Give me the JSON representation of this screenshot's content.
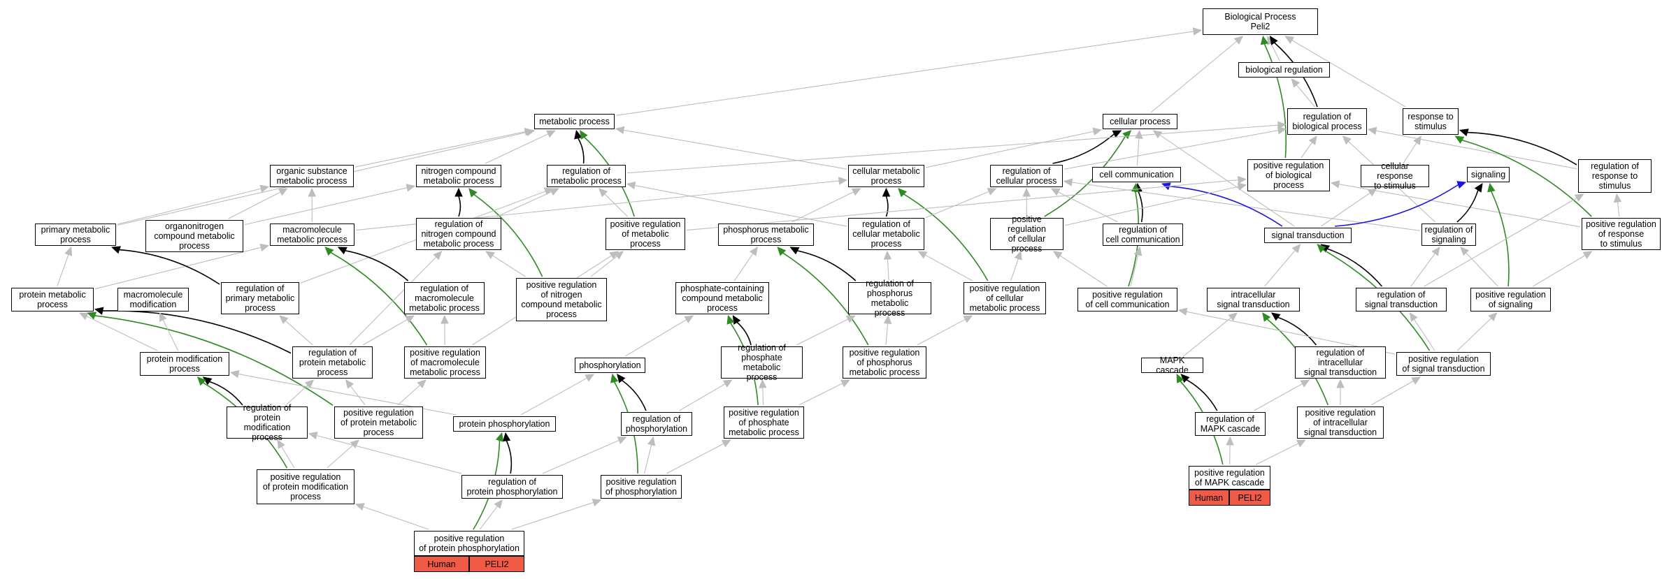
{
  "diagram": {
    "root": "Biological Process\nPeli2",
    "colors": {
      "gray": "#bdbdbd",
      "black": "#000000",
      "green": "#2e8b22",
      "blue": "#1c14e0",
      "tag_fill": "#f15a45"
    },
    "nodes": [
      {
        "id": "bp",
        "label": "Biological Process\nPeli2"
      },
      {
        "id": "biolreg",
        "label": "biological regulation"
      },
      {
        "id": "metab",
        "label": "metabolic process"
      },
      {
        "id": "cellproc",
        "label": "cellular process"
      },
      {
        "id": "regbio",
        "label": "regulation of\nbiological process"
      },
      {
        "id": "respstim",
        "label": "response to\nstimulus"
      },
      {
        "id": "orgsub",
        "label": "organic substance\nmetabolic process"
      },
      {
        "id": "nitro",
        "label": "nitrogen compound\nmetabolic process"
      },
      {
        "id": "regmetab",
        "label": "regulation of\nmetabolic process"
      },
      {
        "id": "cellmetab",
        "label": "cellular metabolic\nprocess"
      },
      {
        "id": "regcell",
        "label": "regulation of\ncellular process"
      },
      {
        "id": "cellcomm",
        "label": "cell communication"
      },
      {
        "id": "posregbio",
        "label": "positive regulation\nof biological\nprocess"
      },
      {
        "id": "cellresp",
        "label": "cellular response\nto stimulus"
      },
      {
        "id": "signaling",
        "label": "signaling"
      },
      {
        "id": "regresp",
        "label": "regulation of\nresponse to\nstimulus"
      },
      {
        "id": "primmet",
        "label": "primary metabolic\nprocess"
      },
      {
        "id": "orgnitro",
        "label": "organonitrogen\ncompound metabolic\nprocess"
      },
      {
        "id": "macromet",
        "label": "macromolecule\nmetabolic process"
      },
      {
        "id": "regnitro",
        "label": "regulation of\nnitrogen compound\nmetabolic process"
      },
      {
        "id": "posregmetab",
        "label": "positive regulation\nof metabolic\nprocess"
      },
      {
        "id": "phosmet",
        "label": "phosphorus metabolic\nprocess"
      },
      {
        "id": "regcellmet",
        "label": "regulation of\ncellular metabolic\nprocess"
      },
      {
        "id": "posregcell",
        "label": "positive regulation\nof cellular\nprocess"
      },
      {
        "id": "regcellcomm",
        "label": "regulation of\ncell communication"
      },
      {
        "id": "sigtrans",
        "label": "signal transduction"
      },
      {
        "id": "regsig",
        "label": "regulation of\nsignaling"
      },
      {
        "id": "posregresp",
        "label": "positive regulation\nof response\nto stimulus"
      },
      {
        "id": "protmet",
        "label": "protein metabolic\nprocess"
      },
      {
        "id": "macromod",
        "label": "macromolecule\nmodification"
      },
      {
        "id": "regprimmet",
        "label": "regulation of\nprimary metabolic\nprocess"
      },
      {
        "id": "regmacro",
        "label": "regulation of\nmacromolecule\nmetabolic process"
      },
      {
        "id": "posregnitro",
        "label": "positive regulation\nof nitrogen\ncompound metabolic\nprocess"
      },
      {
        "id": "phoscomp",
        "label": "phosphate-containing\ncompound metabolic\nprocess"
      },
      {
        "id": "regphosmet",
        "label": "regulation of\nphosphorus metabolic\nprocess"
      },
      {
        "id": "posregcellmet",
        "label": "positive regulation\nof cellular\nmetabolic process"
      },
      {
        "id": "posregcellcomm",
        "label": "positive regulation\nof cell communication"
      },
      {
        "id": "intrasig",
        "label": "intracellular\nsignal transduction"
      },
      {
        "id": "regsigtrans",
        "label": "regulation of\nsignal transduction"
      },
      {
        "id": "posregsig",
        "label": "positive regulation\nof signaling"
      },
      {
        "id": "protmod",
        "label": "protein modification\nprocess"
      },
      {
        "id": "regprotmet",
        "label": "regulation of\nprotein metabolic\nprocess"
      },
      {
        "id": "posregmacro",
        "label": "positive regulation\nof macromolecule\nmetabolic process"
      },
      {
        "id": "phosphorylation",
        "label": "phosphorylation"
      },
      {
        "id": "regphosphate",
        "label": "regulation of\nphosphate metabolic\nprocess"
      },
      {
        "id": "posregphosmet",
        "label": "positive regulation\nof phosphorus\nmetabolic process"
      },
      {
        "id": "mapk",
        "label": "MAPK cascade"
      },
      {
        "id": "regintra",
        "label": "regulation of\nintracellular\nsignal transduction"
      },
      {
        "id": "posregsigtrans",
        "label": "positive regulation\nof signal transduction"
      },
      {
        "id": "regprotmod",
        "label": "regulation of\nprotein modification\nprocess"
      },
      {
        "id": "posregprotmet",
        "label": "positive regulation\nof protein metabolic\nprocess"
      },
      {
        "id": "protphos",
        "label": "protein phosphorylation"
      },
      {
        "id": "regphosph",
        "label": "regulation of\nphosphorylation"
      },
      {
        "id": "posregphosphate",
        "label": "positive regulation\nof phosphate\nmetabolic process"
      },
      {
        "id": "regmapk",
        "label": "regulation of\nMAPK cascade"
      },
      {
        "id": "posregintra",
        "label": "positive regulation\nof intracellular\nsignal transduction"
      },
      {
        "id": "posregprotmod",
        "label": "positive regulation\nof protein modification\nprocess"
      },
      {
        "id": "regprotphos",
        "label": "regulation of\nprotein phosphorylation"
      },
      {
        "id": "posregphosph",
        "label": "positive regulation\nof phosphorylation"
      },
      {
        "id": "posregmapk",
        "label": "positive regulation\nof MAPK cascade"
      },
      {
        "id": "posregprotphos",
        "label": "positive regulation\nof protein phosphorylation"
      }
    ],
    "tags": [
      {
        "id": "t1_human",
        "label": "Human"
      },
      {
        "id": "t1_peli",
        "label": "PELI2"
      },
      {
        "id": "t2_human",
        "label": "Human"
      },
      {
        "id": "t2_peli",
        "label": "PELI2"
      }
    ],
    "edges": [
      [
        "biolreg",
        "bp",
        "gray"
      ],
      [
        "metab",
        "bp",
        "gray"
      ],
      [
        "cellproc",
        "bp",
        "gray"
      ],
      [
        "regbio",
        "bp",
        "black"
      ],
      [
        "respstim",
        "bp",
        "gray"
      ],
      [
        "posregbio",
        "bp",
        "green"
      ],
      [
        "regbio",
        "biolreg",
        "gray"
      ],
      [
        "orgsub",
        "metab",
        "gray"
      ],
      [
        "nitro",
        "metab",
        "gray"
      ],
      [
        "regmetab",
        "metab",
        "black"
      ],
      [
        "cellmetab",
        "metab",
        "gray"
      ],
      [
        "primmet",
        "metab",
        "gray"
      ],
      [
        "posregmetab",
        "metab",
        "green"
      ],
      [
        "cellmetab",
        "cellproc",
        "gray"
      ],
      [
        "regcell",
        "cellproc",
        "black"
      ],
      [
        "cellcomm",
        "cellproc",
        "gray"
      ],
      [
        "sigtrans",
        "cellproc",
        "gray"
      ],
      [
        "posregcell",
        "cellproc",
        "green"
      ],
      [
        "regmetab",
        "regbio",
        "gray"
      ],
      [
        "regcell",
        "regbio",
        "gray"
      ],
      [
        "posregbio",
        "regbio",
        "gray"
      ],
      [
        "regresp",
        "regbio",
        "gray"
      ],
      [
        "regsig",
        "regbio",
        "gray"
      ],
      [
        "cellresp",
        "respstim",
        "gray"
      ],
      [
        "regresp",
        "respstim",
        "black"
      ],
      [
        "posregresp",
        "respstim",
        "green"
      ],
      [
        "orgnitro",
        "orgsub",
        "gray"
      ],
      [
        "macromet",
        "orgsub",
        "gray"
      ],
      [
        "primmet",
        "orgsub",
        "gray"
      ],
      [
        "regnitro",
        "nitro",
        "black"
      ],
      [
        "orgnitro",
        "nitro",
        "gray"
      ],
      [
        "posregnitro",
        "nitro",
        "green"
      ],
      [
        "regcellmet",
        "regmetab",
        "gray"
      ],
      [
        "posregmetab",
        "regmetab",
        "gray"
      ],
      [
        "regnitro",
        "regmetab",
        "gray"
      ],
      [
        "regprimmet",
        "regmetab",
        "gray"
      ],
      [
        "regcellmet",
        "cellmetab",
        "black"
      ],
      [
        "phosmet",
        "cellmetab",
        "gray"
      ],
      [
        "posregcellmet",
        "cellmetab",
        "green"
      ],
      [
        "macromet",
        "cellmetab",
        "gray"
      ],
      [
        "regcellmet",
        "regcell",
        "gray"
      ],
      [
        "posregcell",
        "regcell",
        "gray"
      ],
      [
        "regcellcomm",
        "regcell",
        "gray"
      ],
      [
        "regsig",
        "regcell",
        "gray"
      ],
      [
        "regcellcomm",
        "cellcomm",
        "black"
      ],
      [
        "sigtrans",
        "cellcomm",
        "blue"
      ],
      [
        "posregcellcomm",
        "cellcomm",
        "green"
      ],
      [
        "posregcell",
        "posregbio",
        "gray"
      ],
      [
        "posregresp",
        "posregbio",
        "gray"
      ],
      [
        "posregmetab",
        "posregbio",
        "gray"
      ],
      [
        "sigtrans",
        "cellresp",
        "gray"
      ],
      [
        "sigtrans",
        "signaling",
        "blue"
      ],
      [
        "regsig",
        "signaling",
        "black"
      ],
      [
        "posregsig",
        "signaling",
        "green"
      ],
      [
        "posregresp",
        "regresp",
        "gray"
      ],
      [
        "regsigtrans",
        "regresp",
        "gray"
      ],
      [
        "protmet",
        "primmet",
        "gray"
      ],
      [
        "protmet",
        "macromet",
        "gray"
      ],
      [
        "regprimmet",
        "primmet",
        "black"
      ],
      [
        "regmacro",
        "macromet",
        "black"
      ],
      [
        "posregmacro",
        "macromet",
        "green"
      ],
      [
        "regprotmet",
        "regnitro",
        "gray"
      ],
      [
        "posregnitro",
        "regnitro",
        "gray"
      ],
      [
        "posregnitro",
        "posregmetab",
        "gray"
      ],
      [
        "phoscomp",
        "phosmet",
        "gray"
      ],
      [
        "regphosmet",
        "phosmet",
        "black"
      ],
      [
        "posregphosmet",
        "phosmet",
        "green"
      ],
      [
        "regphosmet",
        "regcellmet",
        "gray"
      ],
      [
        "posregcellmet",
        "regcellmet",
        "gray"
      ],
      [
        "posregcellmet",
        "posregcell",
        "gray"
      ],
      [
        "posregcellcomm",
        "regcellcomm",
        "gray"
      ],
      [
        "posregcellcomm",
        "posregcell",
        "gray"
      ],
      [
        "intrasig",
        "sigtrans",
        "gray"
      ],
      [
        "regsigtrans",
        "sigtrans",
        "black"
      ],
      [
        "posregsigtrans",
        "sigtrans",
        "green"
      ],
      [
        "regsigtrans",
        "regsig",
        "gray"
      ],
      [
        "posregsig",
        "regsig",
        "gray"
      ],
      [
        "posregsig",
        "posregresp",
        "gray"
      ],
      [
        "protmod",
        "protmet",
        "gray"
      ],
      [
        "regprotmet",
        "protmet",
        "black"
      ],
      [
        "posregprotmet",
        "protmet",
        "green"
      ],
      [
        "protmod",
        "macromod",
        "gray"
      ],
      [
        "regprotmet",
        "regprimmet",
        "gray"
      ],
      [
        "regprotmet",
        "regmacro",
        "gray"
      ],
      [
        "posregmacro",
        "regmacro",
        "gray"
      ],
      [
        "posregmacro",
        "posregmetab",
        "gray"
      ],
      [
        "phosphorylation",
        "phoscomp",
        "gray"
      ],
      [
        "regphosphate",
        "phoscomp",
        "black"
      ],
      [
        "posregphosphate",
        "phoscomp",
        "green"
      ],
      [
        "regphosphate",
        "regphosmet",
        "gray"
      ],
      [
        "posregphosmet",
        "regphosmet",
        "gray"
      ],
      [
        "posregphosmet",
        "posregcellmet",
        "gray"
      ],
      [
        "regintra",
        "intrasig",
        "black"
      ],
      [
        "posregintra",
        "intrasig",
        "green"
      ],
      [
        "mapk",
        "intrasig",
        "gray"
      ],
      [
        "posregsigtrans",
        "regsigtrans",
        "gray"
      ],
      [
        "posregsigtrans",
        "posregsig",
        "gray"
      ],
      [
        "posregsigtrans",
        "posregcellcomm",
        "gray"
      ],
      [
        "regprotmod",
        "protmod",
        "black"
      ],
      [
        "posregprotmod",
        "protmod",
        "green"
      ],
      [
        "protphos",
        "protmod",
        "gray"
      ],
      [
        "posregprotmet",
        "regprotmet",
        "gray"
      ],
      [
        "posregprotmet",
        "posregmacro",
        "gray"
      ],
      [
        "protphos",
        "phosphorylation",
        "gray"
      ],
      [
        "regphosph",
        "phosphorylation",
        "black"
      ],
      [
        "posregphosph",
        "phosphorylation",
        "green"
      ],
      [
        "regphosph",
        "regphosphate",
        "gray"
      ],
      [
        "posregphosphate",
        "regphosphate",
        "gray"
      ],
      [
        "posregphosphate",
        "posregphosmet",
        "gray"
      ],
      [
        "regmapk",
        "mapk",
        "black"
      ],
      [
        "posregmapk",
        "mapk",
        "green"
      ],
      [
        "regmapk",
        "regintra",
        "gray"
      ],
      [
        "posregintra",
        "regintra",
        "gray"
      ],
      [
        "posregintra",
        "posregsigtrans",
        "gray"
      ],
      [
        "regprotmod",
        "regprotmet",
        "gray"
      ],
      [
        "posregprotmod",
        "regprotmod",
        "gray"
      ],
      [
        "posregprotmod",
        "posregprotmet",
        "gray"
      ],
      [
        "regprotphos",
        "protphos",
        "black"
      ],
      [
        "regprotphos",
        "regprotmod",
        "gray"
      ],
      [
        "regprotphos",
        "regphosph",
        "gray"
      ],
      [
        "posregphosph",
        "regphosph",
        "gray"
      ],
      [
        "posregphosph",
        "posregphosphate",
        "gray"
      ],
      [
        "posregmapk",
        "regmapk",
        "gray"
      ],
      [
        "posregmapk",
        "posregintra",
        "gray"
      ],
      [
        "posregprotphos",
        "protphos",
        "green"
      ],
      [
        "posregprotphos",
        "regprotphos",
        "gray"
      ],
      [
        "posregprotphos",
        "posregprotmod",
        "gray"
      ],
      [
        "posregprotphos",
        "posregphosph",
        "gray"
      ]
    ]
  }
}
